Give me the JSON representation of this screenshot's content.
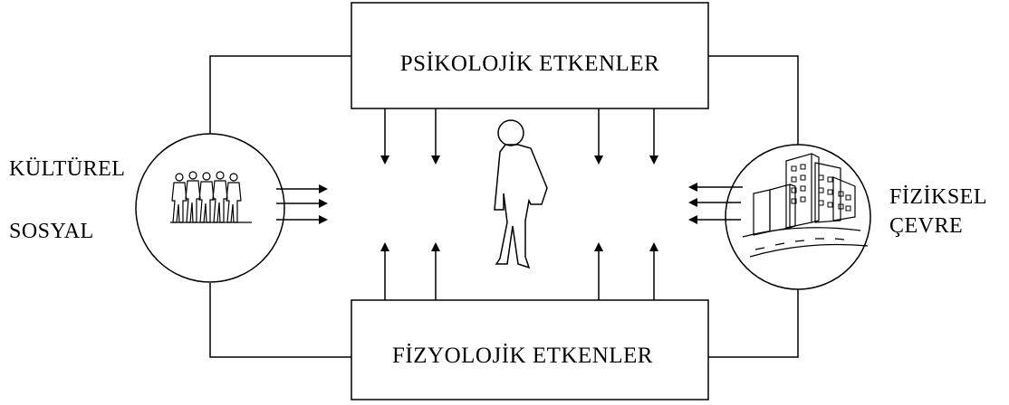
{
  "top_box": {
    "label": "PSİKOLOJİK ETKENLER"
  },
  "bottom_box": {
    "label": "FİZYOLOJİK ETKENLER"
  },
  "left_group": {
    "line1": "KÜLTÜREL",
    "line2": "SOSYAL",
    "icon": "crowd-of-people-icon"
  },
  "right_group": {
    "line1": "FİZİKSEL",
    "line2": "ÇEVRE",
    "icon": "city-buildings-icon"
  },
  "center_figure": {
    "icon": "human-figure-icon"
  },
  "colors": {
    "stroke": "#000000",
    "background": "#ffffff"
  }
}
